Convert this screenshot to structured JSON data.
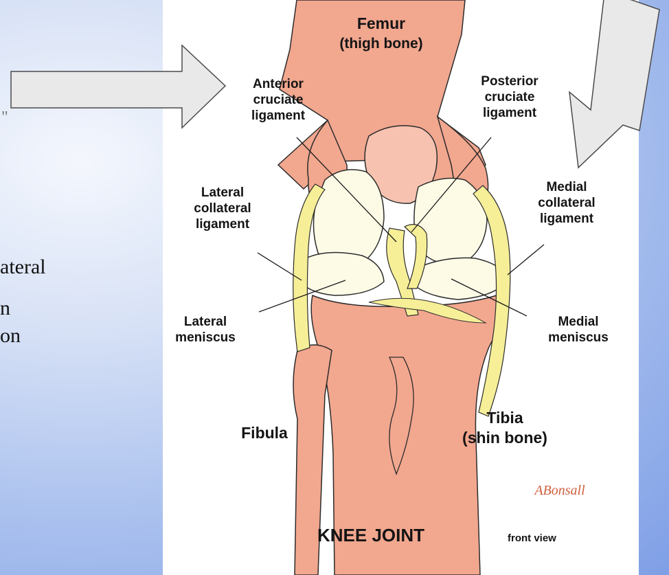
{
  "slide": {
    "text_fragments": [
      "ateral",
      "n",
      "on"
    ],
    "stray_mark": "\""
  },
  "diagram": {
    "title": "KNEE JOINT",
    "subtitle": "front view",
    "signature": "ABonsall",
    "labels": {
      "femur_line1": "Femur",
      "femur_line2": "(thigh bone)",
      "acl_line1": "Anterior",
      "acl_line2": "cruciate",
      "acl_line3": "ligament",
      "pcl_line1": "Posterior",
      "pcl_line2": "cruciate",
      "pcl_line3": "ligament",
      "lcl_line1": "Lateral",
      "lcl_line2": "collateral",
      "lcl_line3": "ligament",
      "mcl_line1": "Medial",
      "mcl_line2": "collateral",
      "mcl_line3": "ligament",
      "lat_men_line1": "Lateral",
      "lat_men_line2": "meniscus",
      "med_men_line1": "Medial",
      "med_men_line2": "meniscus",
      "fibula": "Fibula",
      "tibia_line1": "Tibia",
      "tibia_line2": "(shin bone)"
    },
    "colors": {
      "bone": "#f2a78f",
      "bone_light": "#f7c2b0",
      "cartilage": "#fdfbe6",
      "ligament": "#f6ef98",
      "outline": "#2b2b2b"
    }
  }
}
